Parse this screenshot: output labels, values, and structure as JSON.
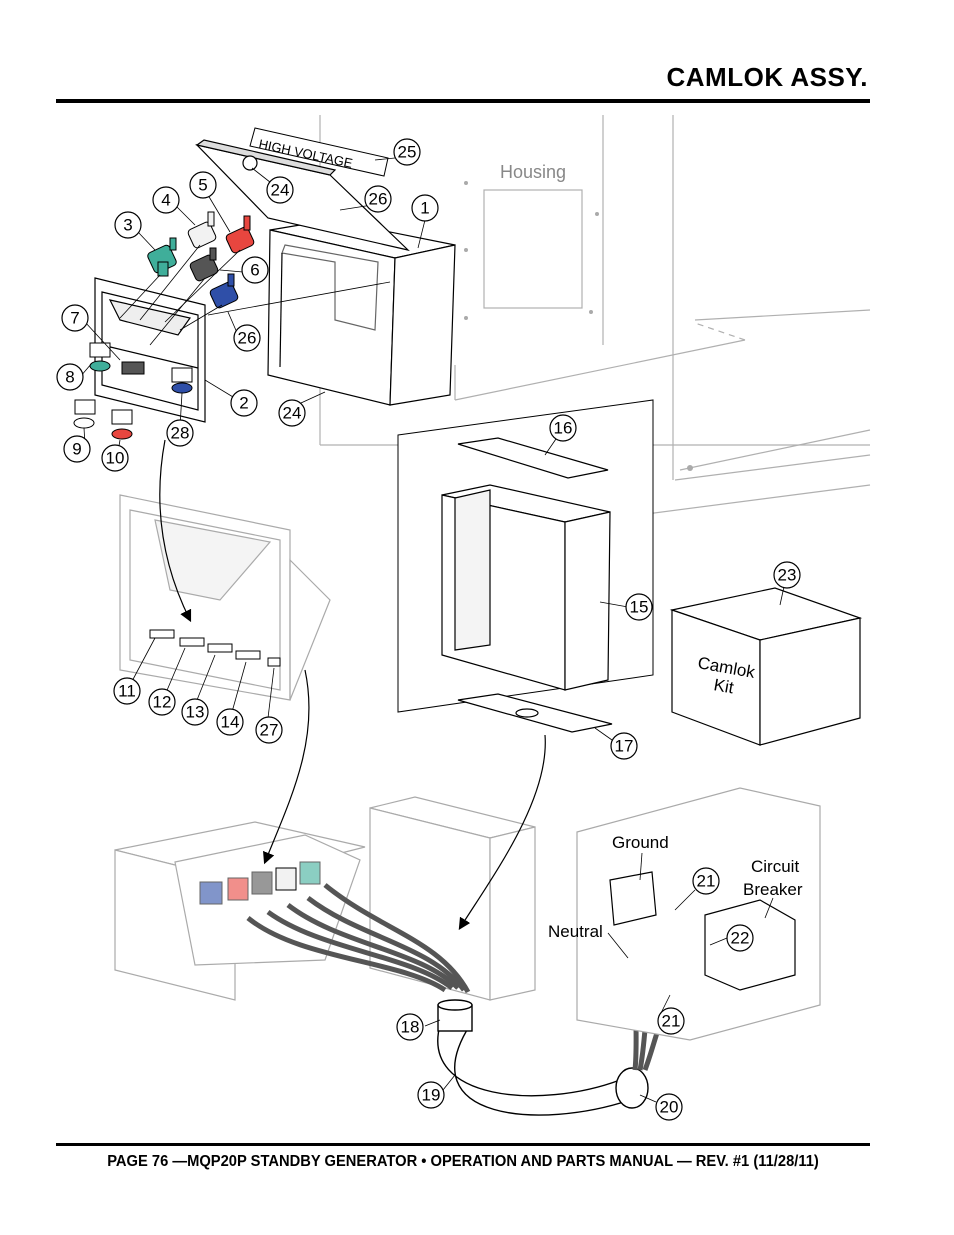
{
  "header": {
    "title": "CAMLOK ASSY."
  },
  "footer": {
    "text": "PAGE 76 —MQP20P STANDBY GENERATOR • OPERATION AND PARTS MANUAL — REV. #1 (11/28/11)"
  },
  "diagram": {
    "labels": {
      "housing": "Housing",
      "high_voltage": "HIGH VOLTAGE",
      "camlok": "Camlok",
      "kit": "Kit",
      "ground": "Ground",
      "neutral": "Neutral",
      "circuit": "Circuit",
      "breaker": "Breaker"
    },
    "callouts": [
      "1",
      "2",
      "3",
      "4",
      "5",
      "6",
      "7",
      "8",
      "9",
      "10",
      "11",
      "12",
      "13",
      "14",
      "15",
      "16",
      "17",
      "18",
      "19",
      "20",
      "21",
      "21",
      "22",
      "23",
      "24",
      "24",
      "25",
      "26",
      "26",
      "27",
      "28"
    ],
    "colors": {
      "green": "#3fae9a",
      "white": "#f2f2f2",
      "red": "#e8463f",
      "black": "#555555",
      "blue": "#2f4fa8"
    }
  }
}
